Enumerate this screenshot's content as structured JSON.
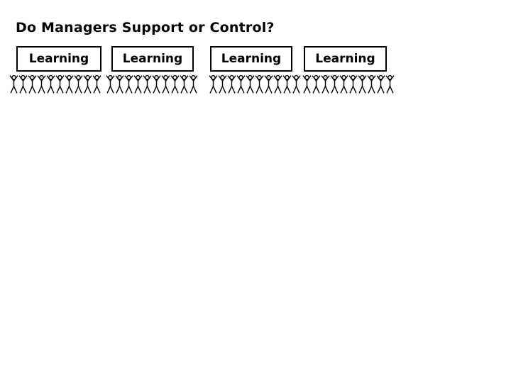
{
  "slide": {
    "title": "Do Managers Support or Control?",
    "background_color": "#ffffff",
    "text_color": "#000000",
    "outline_color": "#000000"
  },
  "groups": [
    {
      "box_label": "Learning",
      "people_count": 10,
      "person_icon": "stick-figure-arms-raised-icon"
    },
    {
      "box_label": "Learning",
      "people_count": 10,
      "person_icon": "stick-figure-arms-raised-icon"
    },
    {
      "box_label": "Learning",
      "people_count": 10,
      "person_icon": "stick-figure-arms-raised-icon"
    },
    {
      "box_label": "Learning",
      "people_count": 10,
      "person_icon": "stick-figure-arms-raised-icon"
    }
  ]
}
